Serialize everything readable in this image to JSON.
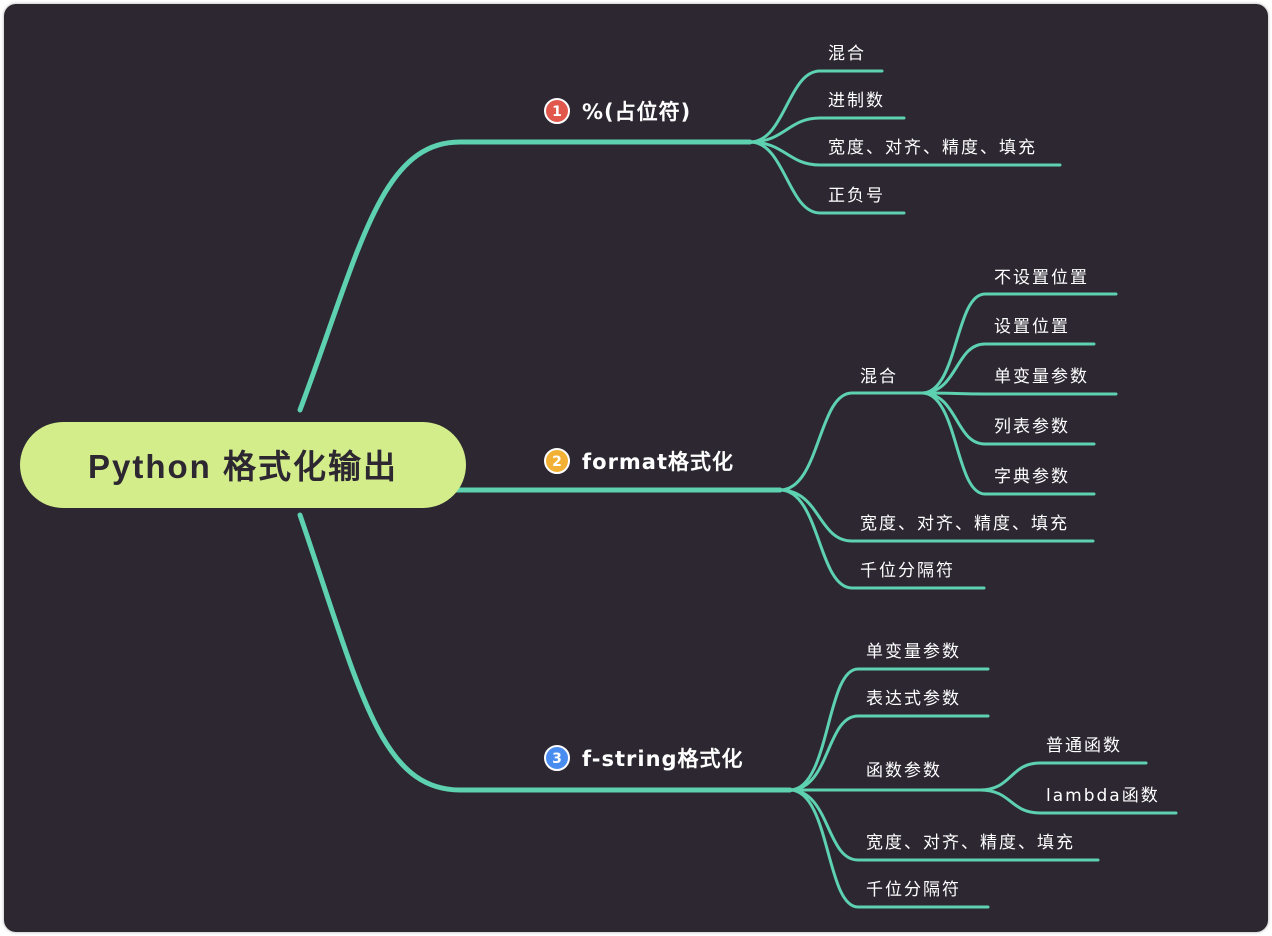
{
  "root": {
    "label": "Python 格式化输出"
  },
  "colors": {
    "line": "#5dd1b0",
    "root_fill": "#d3ed8a",
    "background": "#2c2731",
    "text": "#ffffff",
    "badge_1": "#e2574c",
    "badge_2": "#f2b134",
    "badge_3": "#4a8df0"
  },
  "branches": [
    {
      "badge": "1",
      "label": "%(占位符)",
      "children": [
        {
          "label": "混合"
        },
        {
          "label": "进制数"
        },
        {
          "label": "宽度、对齐、精度、填充"
        },
        {
          "label": "正负号"
        }
      ]
    },
    {
      "badge": "2",
      "label": "format格式化",
      "children": [
        {
          "label": "混合",
          "children": [
            {
              "label": "不设置位置"
            },
            {
              "label": "设置位置"
            },
            {
              "label": "单变量参数"
            },
            {
              "label": "列表参数"
            },
            {
              "label": "字典参数"
            }
          ]
        },
        {
          "label": "宽度、对齐、精度、填充"
        },
        {
          "label": "千位分隔符"
        }
      ]
    },
    {
      "badge": "3",
      "label": "f-string格式化",
      "children": [
        {
          "label": "单变量参数"
        },
        {
          "label": "表达式参数"
        },
        {
          "label": "函数参数",
          "children": [
            {
              "label": "普通函数"
            },
            {
              "label": "lambda函数"
            }
          ]
        },
        {
          "label": "宽度、对齐、精度、填充"
        },
        {
          "label": "千位分隔符"
        }
      ]
    }
  ]
}
